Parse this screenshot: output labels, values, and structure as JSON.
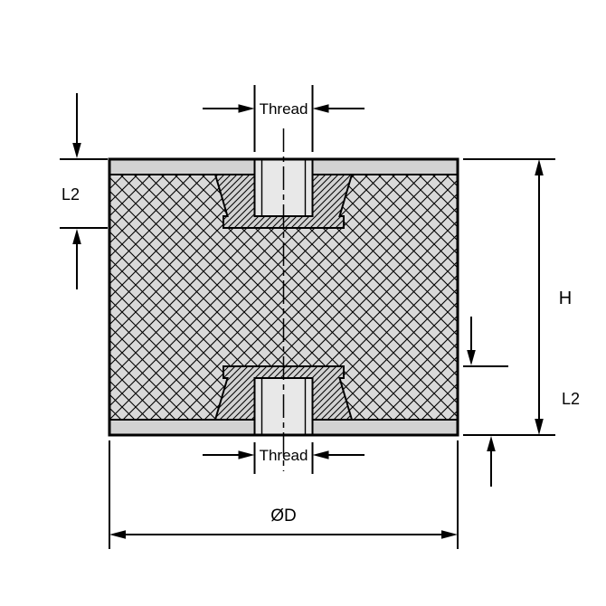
{
  "drawing": {
    "background": "#ffffff",
    "line_color": "#000000",
    "fills": {
      "rubber": "#d9d9d9",
      "metal": "#d2d2d2",
      "bore": "#e8e8e8"
    },
    "labels": {
      "thread_top": "Thread",
      "thread_bottom": "Thread",
      "l2_left": "L2",
      "l2_right": "L2",
      "height": "H",
      "diameter": "ØD"
    }
  }
}
